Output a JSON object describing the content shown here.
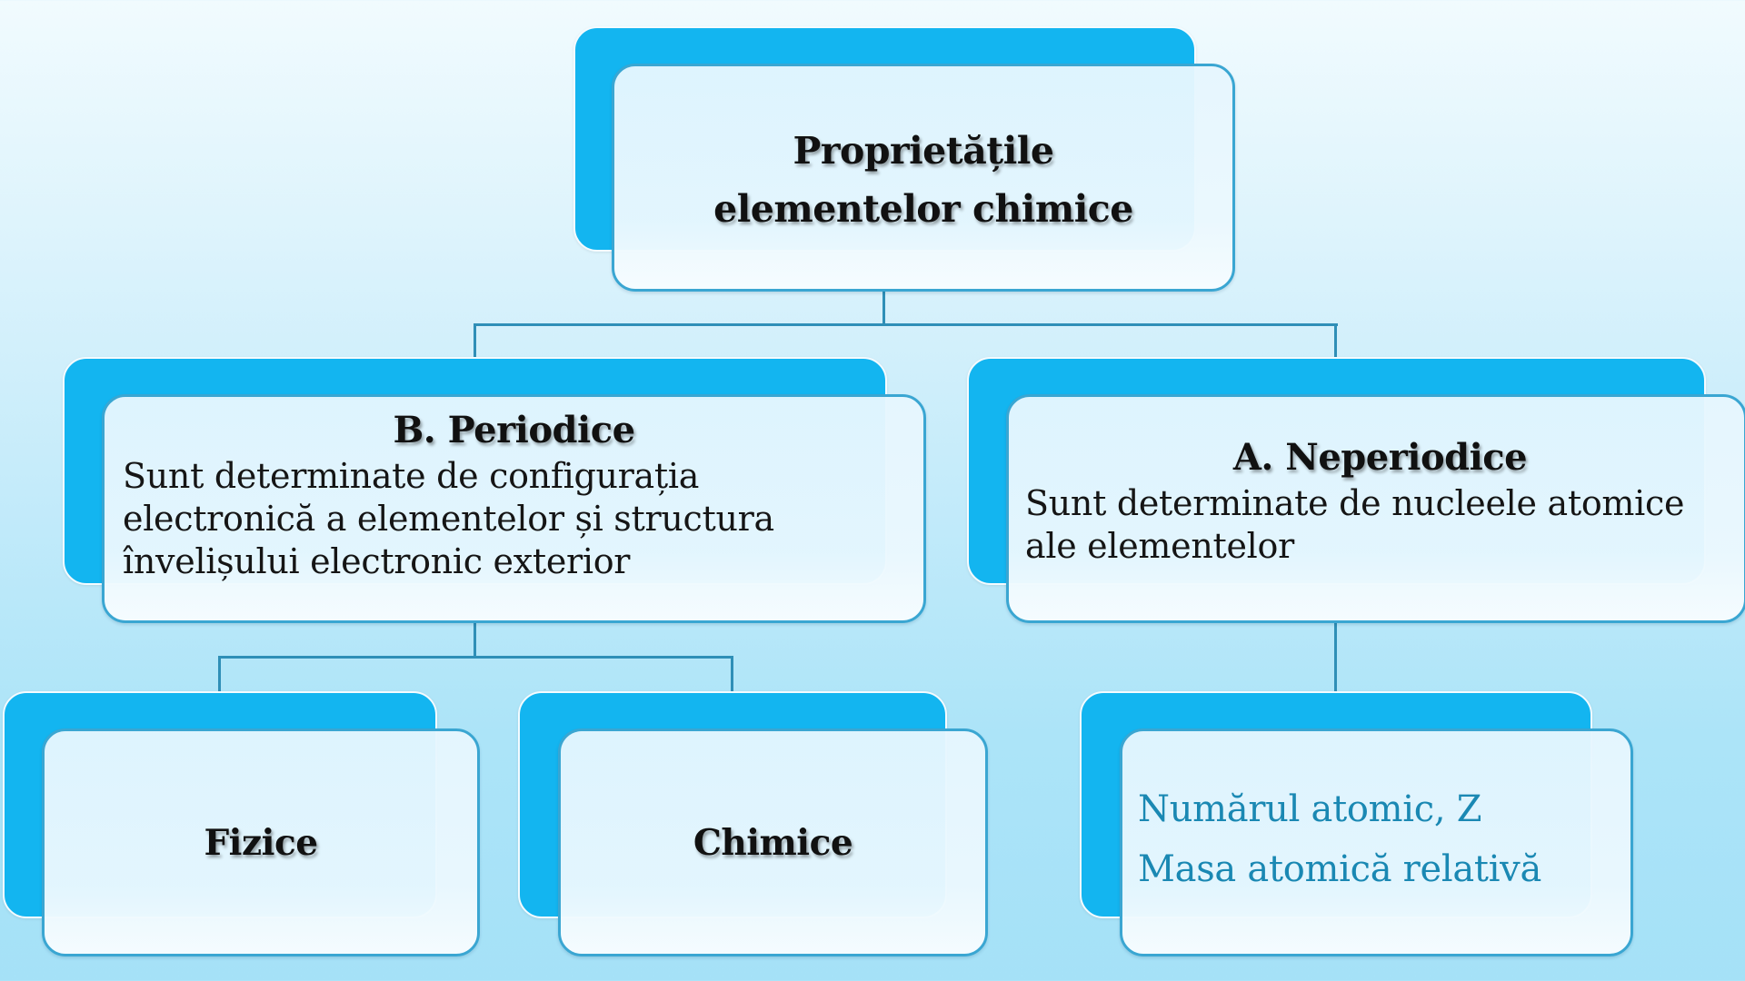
{
  "diagram": {
    "type": "hierarchy",
    "colors": {
      "box_accent": "#13b5f0",
      "box_border": "#3aa6d2",
      "connector": "#2f8fb7",
      "leaf_item_text": "#1a88b3",
      "title_text": "#111111"
    },
    "root": {
      "title_line1": "Proprietățile",
      "title_line2": "elementelor chimice"
    },
    "periodic": {
      "title": "B. Periodice",
      "description_line1": "Sunt determinate de configurația",
      "description_line2": "electronică a elementelor și structura",
      "description_line3": "învelișului electronic exterior",
      "children": [
        {
          "title": "Fizice"
        },
        {
          "title": "Chimice"
        }
      ]
    },
    "nonperiodic": {
      "title": "A. Neperiodice",
      "description_line1": "Sunt determinate de nucleele atomice",
      "description_line2": "ale elementelor",
      "children": [
        {
          "items": [
            "Numărul atomic, Z",
            "Masa atomică relativă"
          ]
        }
      ]
    }
  }
}
